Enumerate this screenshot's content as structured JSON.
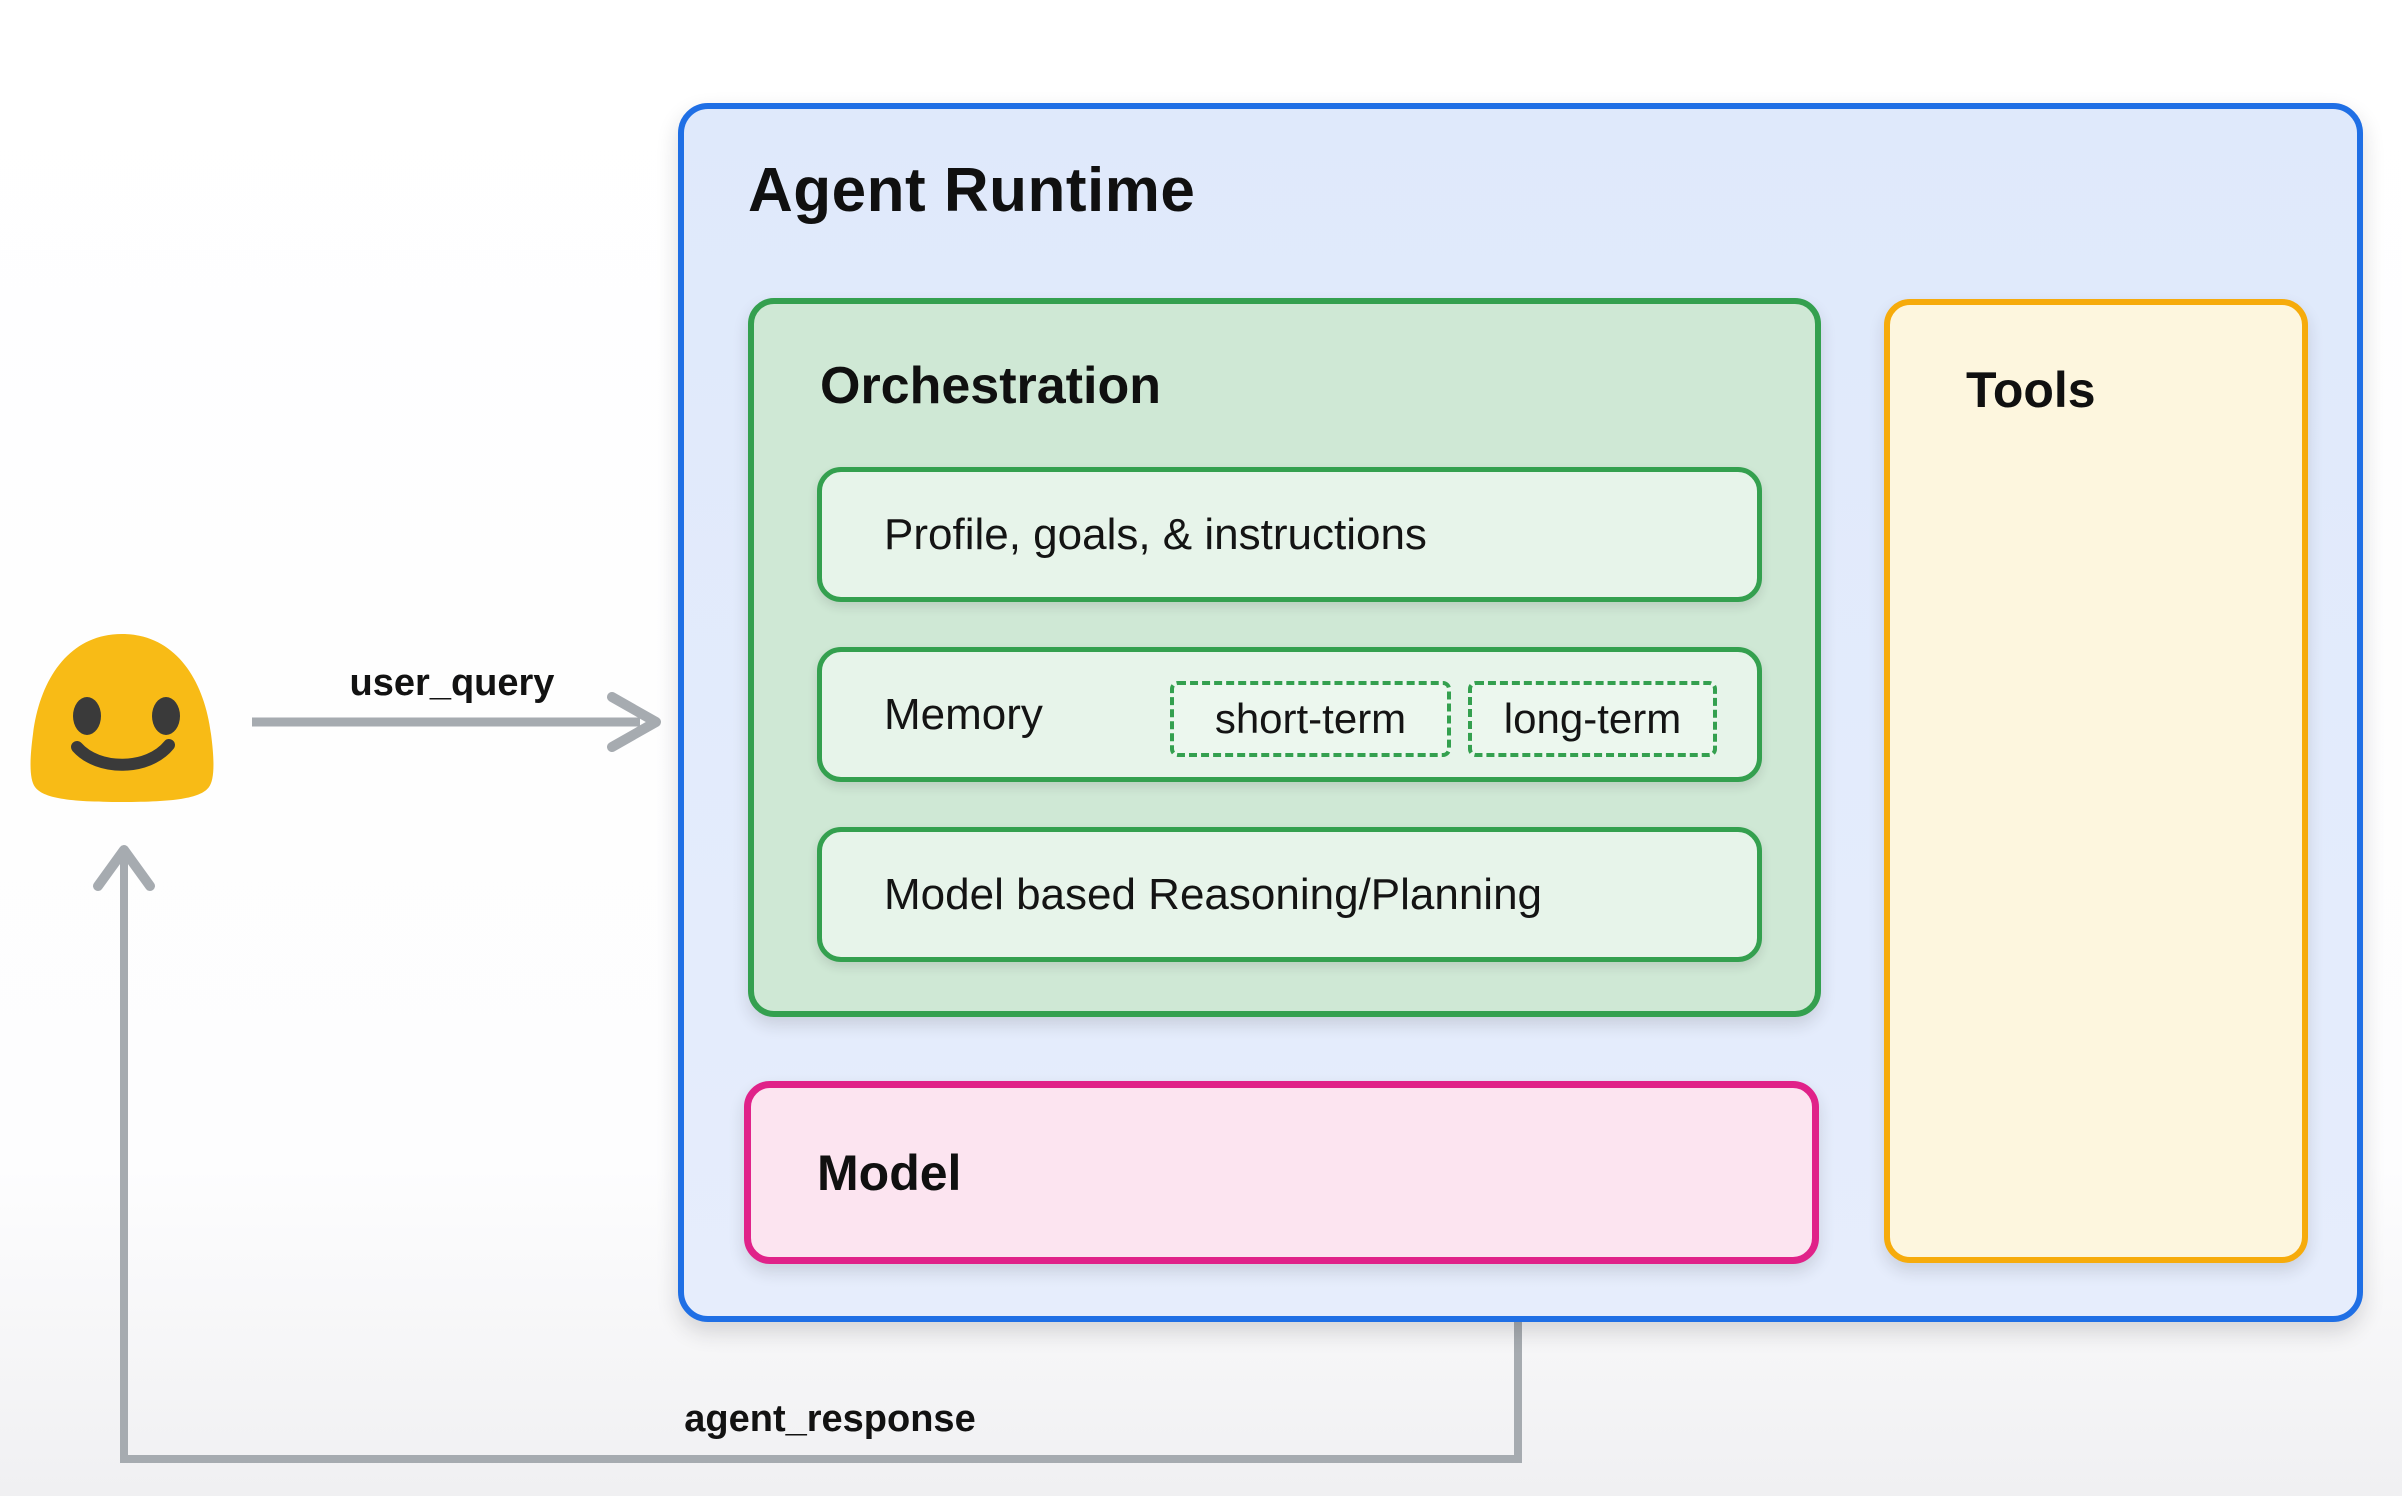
{
  "agent_runtime": {
    "title": "Agent Runtime"
  },
  "orchestration": {
    "title": "Orchestration",
    "items": [
      {
        "label": "Profile, goals, & instructions"
      },
      {
        "label": "Memory",
        "chips": [
          "short-term",
          "long-term"
        ]
      },
      {
        "label": "Model based Reasoning/Planning"
      }
    ]
  },
  "model": {
    "label": "Model"
  },
  "tools": {
    "label": "Tools"
  },
  "flows": {
    "user_query": "user_query",
    "agent_response": "agent_response"
  },
  "user": {
    "icon": "smiley-blob-emoji"
  },
  "colors": {
    "blue_border": "#1f6fe5",
    "blue_fill": "#dfe9fb",
    "green_border": "#34a04f",
    "green_fill": "#cfe8d5",
    "green_inner_fill": "#e7f4ea",
    "pink_border": "#e02289",
    "pink_fill": "#fce4f0",
    "yellow_border": "#f6ab0b",
    "yellow_fill": "#fdf6de",
    "line_gray": "#a6abb0",
    "emoji_yellow": "#f8bb16",
    "emoji_face": "#3a3a3a"
  }
}
